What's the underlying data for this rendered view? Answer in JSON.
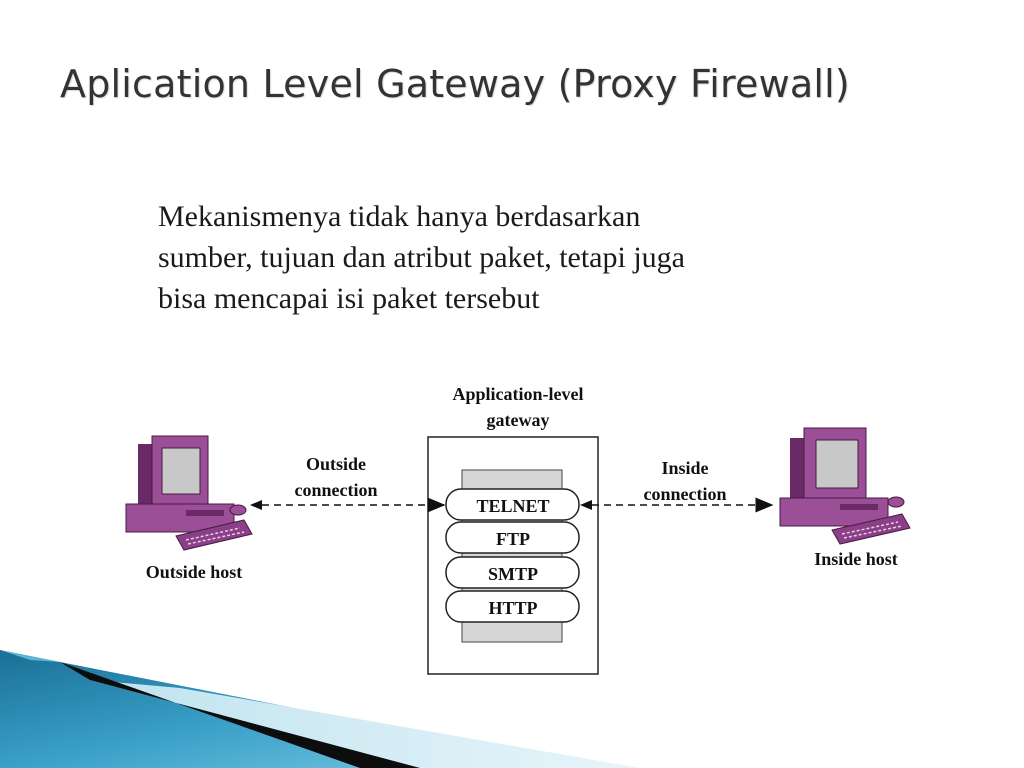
{
  "slide": {
    "title": "Aplication Level Gateway (Proxy Firewall)",
    "body_lines": [
      "Mekanismenya tidak hanya berdasarkan",
      "sumber, tujuan dan atribut paket, tetapi juga",
      "bisa mencapai isi paket tersebut"
    ]
  },
  "diagram": {
    "gateway_label": [
      "Application-level",
      "gateway"
    ],
    "outside_connection": [
      "Outside",
      "connection"
    ],
    "inside_connection": [
      "Inside",
      "connection"
    ],
    "outside_host": "Outside host",
    "inside_host": "Inside host",
    "protocols": [
      "TELNET",
      "FTP",
      "SMTP",
      "HTTP"
    ]
  },
  "colors": {
    "computer": "#9b4f96",
    "computer_dark": "#6a2a66",
    "screen": "#c8c8c8",
    "accent_blue": "#2a8fb8"
  }
}
